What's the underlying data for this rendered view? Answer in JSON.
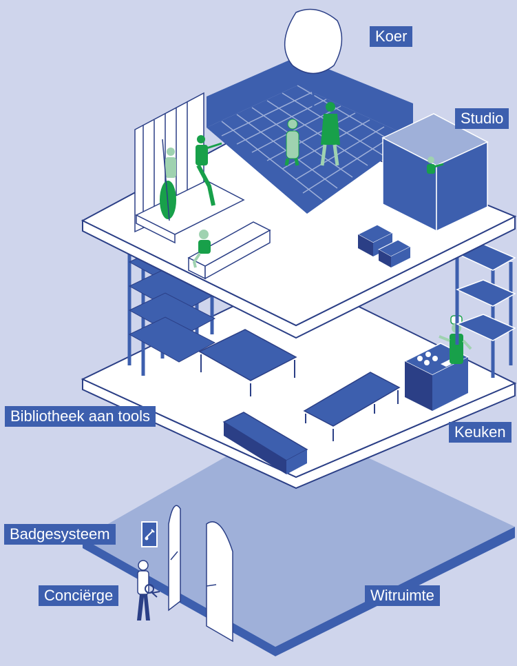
{
  "colors": {
    "background": "#cfd5ec",
    "primary_blue": "#3d5fae",
    "light_blue": "#9fb0d9",
    "outline": "#2b3f86",
    "figure_green": "#18a04a",
    "figure_light_green": "#9fd2b0",
    "white": "#ffffff"
  },
  "labels": {
    "koer": "Koer",
    "studio": "Studio",
    "bibliotheek": "Bibliotheek aan tools",
    "keuken": "Keuken",
    "badgesysteem": "Badgesysteem",
    "concierge": "Conciërge",
    "witruimte": "Witruimte"
  },
  "icons": [
    "tree-icon",
    "musician-figure-icon",
    "person-figure-icon",
    "chef-figure-icon",
    "badge-reader-icon",
    "door-icon"
  ]
}
